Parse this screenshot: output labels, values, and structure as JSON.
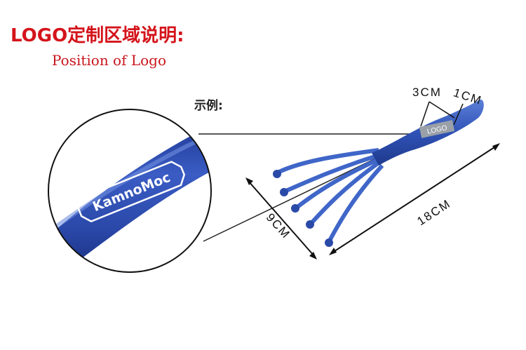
{
  "header": {
    "title_cn": "LOGO定制区域说明:",
    "title_en": "Position of Logo"
  },
  "example_label": "示例:",
  "logo_small": "LOGO",
  "logo_brand": "KamnoMoc",
  "dimensions": {
    "width": "3CM",
    "height": "1CM",
    "head": "9CM",
    "length": "18CM"
  },
  "colors": {
    "title": "#d4141b",
    "product_blue": "#2e4fb0",
    "zoom_blue": "#243f9e",
    "logo_gray": "#9aa0a8"
  }
}
